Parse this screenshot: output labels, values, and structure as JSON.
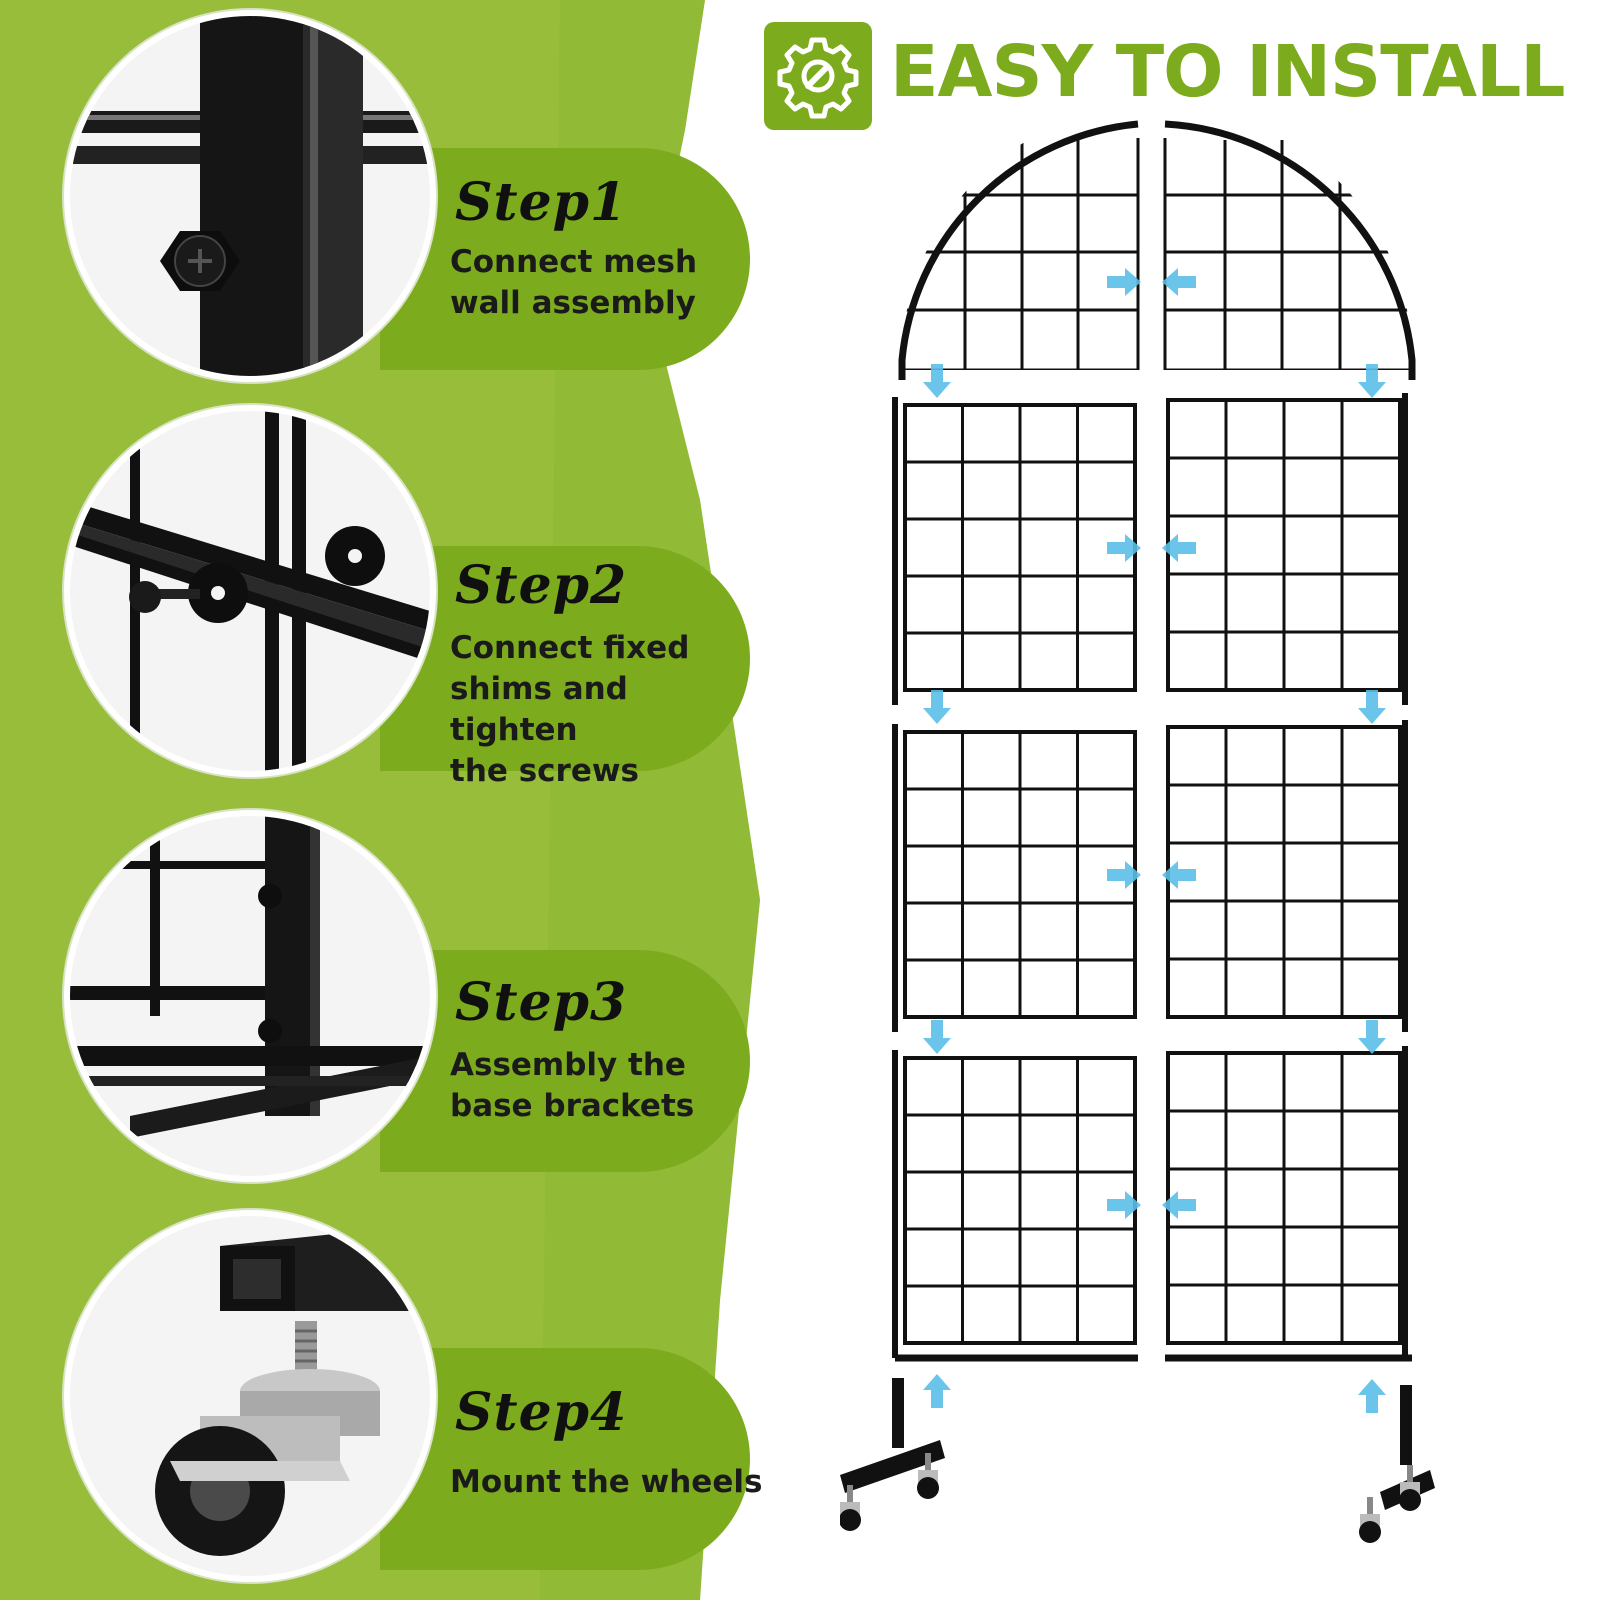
{
  "header": {
    "title": "EASY TO INSTALL",
    "icon": "gear-wrench-icon"
  },
  "colors": {
    "accent_green": "#7dab1e",
    "dark_green": "#6b9a1a",
    "light_green": "#97bd3b",
    "arrow_blue": "#5bbfe8",
    "frame_black": "#111111"
  },
  "steps": [
    {
      "title": "Step1",
      "desc_lines": [
        "Connect mesh",
        "wall assembly"
      ],
      "image": "bolt-joint-closeup"
    },
    {
      "title": "Step2",
      "desc_lines": [
        "Connect fixed",
        "shims and tighten",
        "the screws"
      ],
      "image": "shim-screw-closeup"
    },
    {
      "title": "Step3",
      "desc_lines": [
        "Assembly the",
        "base brackets"
      ],
      "image": "base-bracket-closeup"
    },
    {
      "title": "Step4",
      "desc_lines": [
        "Mount the wheels"
      ],
      "image": "caster-wheel-closeup"
    }
  ],
  "diagram": {
    "image": "arched-grid-wall-exploded-view",
    "arrows": "assembly-direction-arrows"
  }
}
